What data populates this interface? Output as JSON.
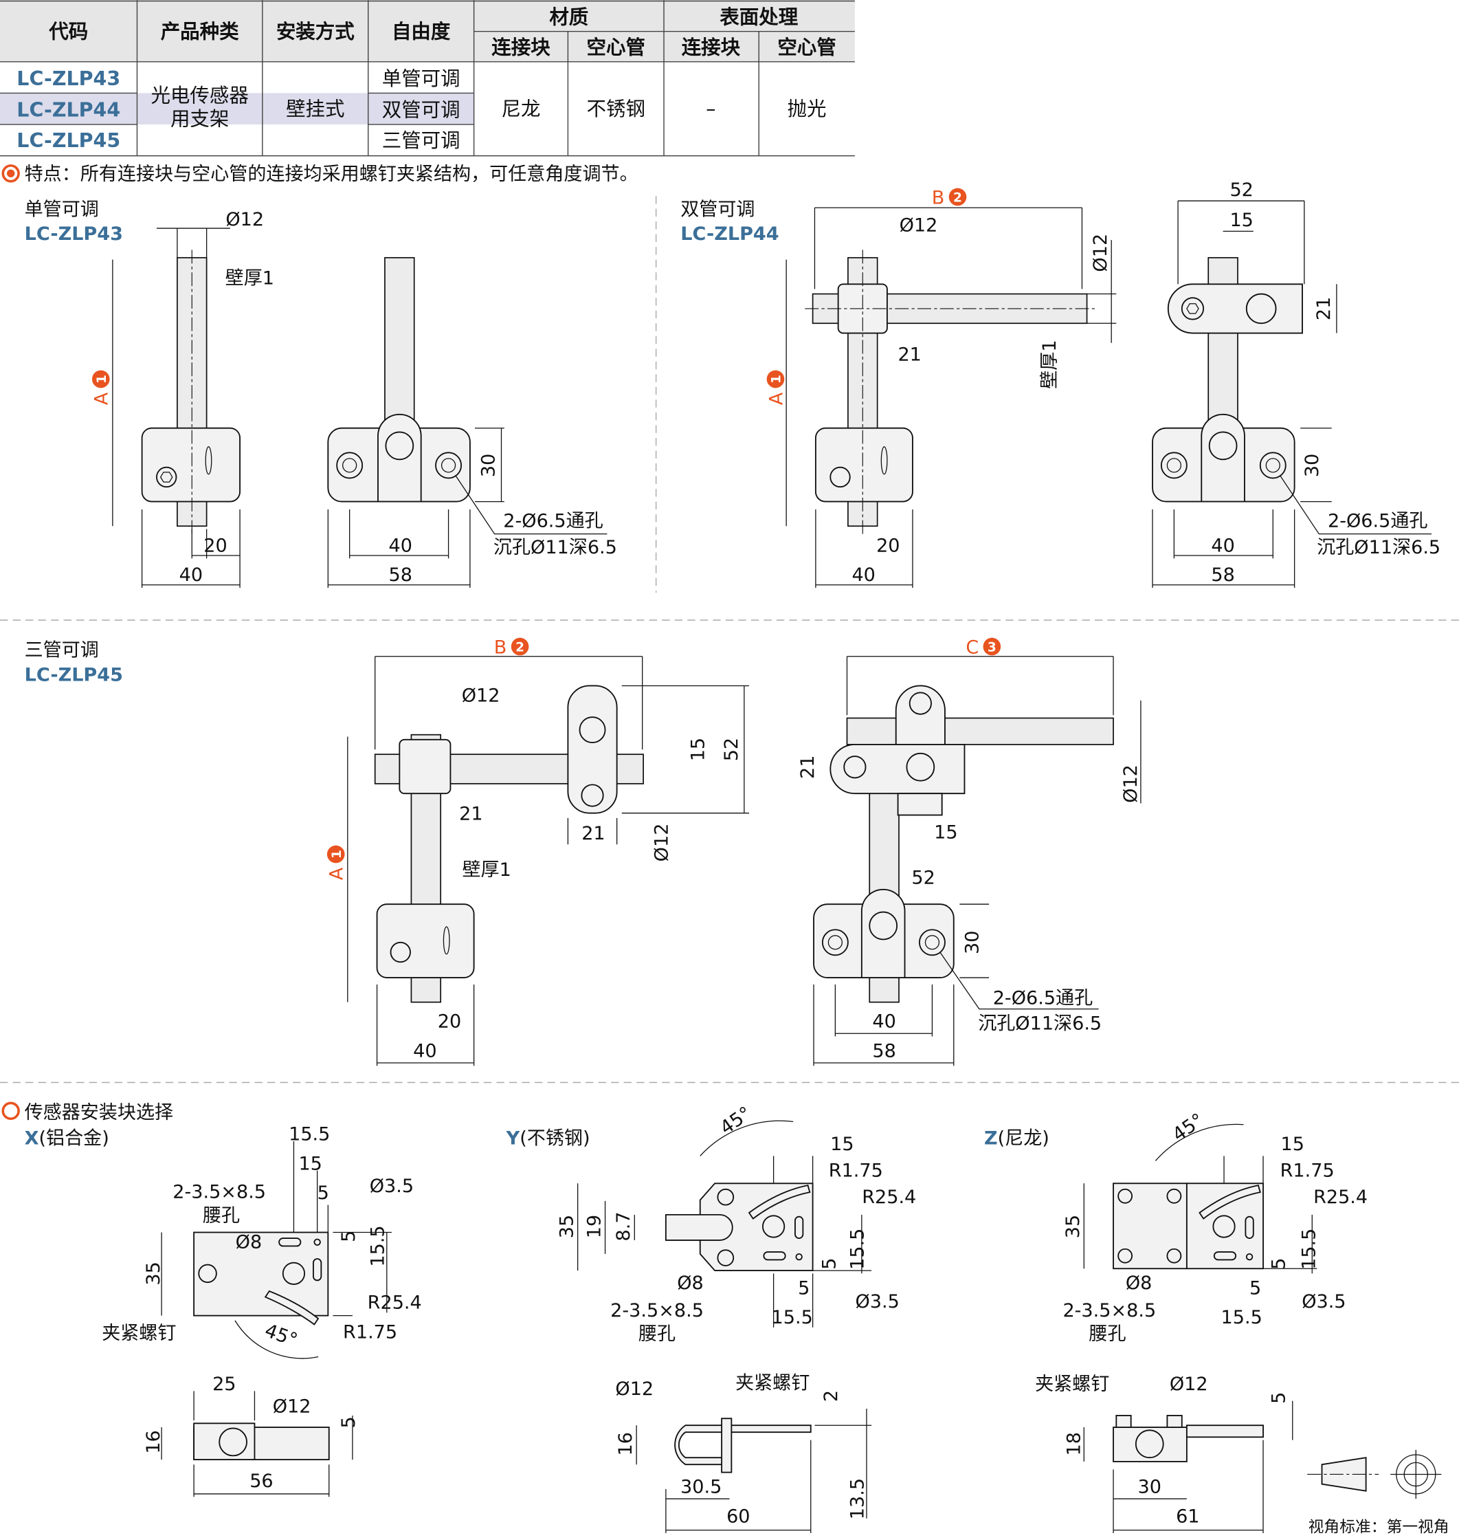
{
  "table": {
    "headers": [
      "代码",
      "产品种类",
      "安装方式",
      "自由度",
      "材质",
      "表面处理"
    ],
    "subheaders": [
      "连接块",
      "空心管",
      "连接块",
      "空心管"
    ],
    "codes": [
      "LC-ZLP43",
      "LC-ZLP44",
      "LC-ZLP45"
    ],
    "product_type": "光电传感器用支架",
    "product_type_lines": [
      "光电传感器",
      "用支架"
    ],
    "mounting": "壁挂式",
    "freedom": [
      "单管可调",
      "双管可调",
      "三管可调"
    ],
    "material_block": "尼龙",
    "material_tube": "不锈钢",
    "finish_block": "–",
    "finish_tube": "抛光",
    "highlight_color": "#dcdcec",
    "code_color": "#3b6f98"
  },
  "feature_note": "特点：所有连接块与空心管的连接均采用螺钉夹紧结构，可任意角度调节。",
  "accent_color": "#e8531f",
  "single": {
    "title": "单管可调",
    "code": "LC-ZLP43"
  },
  "double": {
    "title": "双管可调",
    "code": "LC-ZLP44"
  },
  "triple": {
    "title": "三管可调",
    "code": "LC-ZLP45"
  },
  "sensor": {
    "title": "传感器安装块选择",
    "x": {
      "letter": "X",
      "material": "(铝合金)"
    },
    "y": {
      "letter": "Y",
      "material": "(不锈钢)"
    },
    "z": {
      "letter": "Z",
      "material": "(尼龙)"
    }
  },
  "markers": [
    {
      "letter": "A",
      "num": "1"
    },
    {
      "letter": "B",
      "num": "2"
    },
    {
      "letter": "A",
      "num": "1"
    },
    {
      "letter": "B",
      "num": "2"
    },
    {
      "letter": "A",
      "num": "1"
    },
    {
      "letter": "C",
      "num": "3"
    }
  ],
  "dims": {
    "v1": [
      "Ø12",
      "壁厚1",
      "20",
      "40"
    ],
    "v2": [
      "30",
      "40",
      "58",
      "2-Ø6.5通孔",
      "沉孔Ø11深6.5"
    ],
    "v3": [
      "Ø12",
      "Ø12",
      "21",
      "壁厚1",
      "20",
      "40"
    ],
    "v4": [
      "52",
      "15",
      "21",
      "30",
      "40",
      "58",
      "2-Ø6.5通孔",
      "沉孔Ø11深6.5"
    ],
    "v5": [
      "Ø12",
      "15",
      "52",
      "21",
      "21",
      "Ø12",
      "壁厚1",
      "20",
      "40"
    ],
    "v6": [
      "21",
      "Ø12",
      "15",
      "52",
      "30",
      "40",
      "58",
      "2-Ø6.5通孔",
      "沉孔Ø11深6.5"
    ],
    "xt": [
      "15.5",
      "15",
      "5",
      "2-3.5×8.5",
      "腰孔",
      "Ø8",
      "Ø3.5",
      "5",
      "15.5",
      "35",
      "R25.4",
      "夹紧螺钉",
      "45°",
      "R1.75"
    ],
    "xs": [
      "25",
      "Ø12",
      "16",
      "5",
      "56"
    ],
    "yt": [
      "45°",
      "15",
      "R1.75",
      "R25.4",
      "35",
      "19",
      "8.7",
      "5",
      "15.5",
      "Ø8",
      "5",
      "Ø3.5",
      "2-3.5×8.5",
      "腰孔",
      "15.5"
    ],
    "ys": [
      "Ø12",
      "夹紧螺钉",
      "2",
      "16",
      "30.5",
      "13.5",
      "60"
    ],
    "zt": [
      "45°",
      "15",
      "R1.75",
      "R25.4",
      "35",
      "5",
      "15.5",
      "Ø8",
      "5",
      "Ø3.5",
      "2-3.5×8.5",
      "腰孔",
      "15.5"
    ],
    "zs": [
      "夹紧螺钉",
      "Ø12",
      "5",
      "18",
      "30",
      "61"
    ]
  },
  "view_standard": "视角标准：第一视角"
}
